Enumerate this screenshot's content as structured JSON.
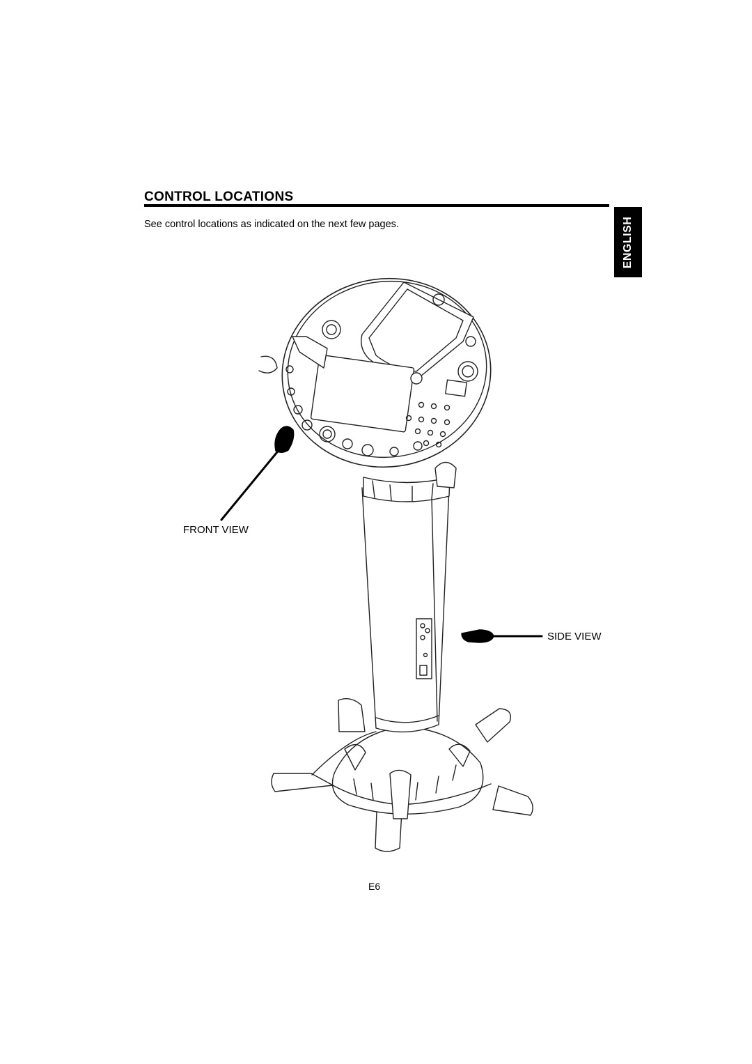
{
  "header": {
    "title": "CONTROL LOCATIONS",
    "intro": "See control locations as indicated on the next few pages."
  },
  "side_tab": {
    "label": "ENGLISH"
  },
  "illustration": {
    "front_view_label": "FRONT VIEW",
    "side_view_label": "SIDE VIEW",
    "pointer_icon": "pointing-hand-icon"
  },
  "footer": {
    "page_number": "E6"
  }
}
